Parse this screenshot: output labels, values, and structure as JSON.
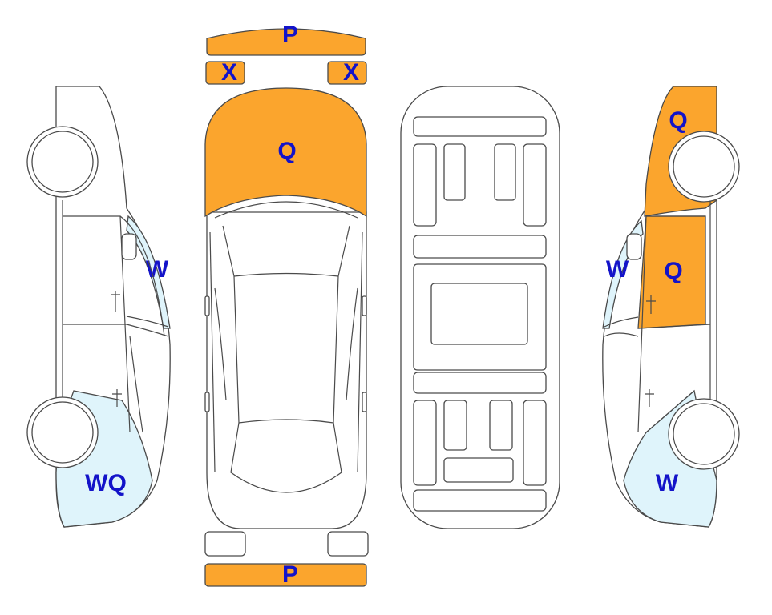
{
  "colors": {
    "damage_orange": "#fba52d",
    "damage_light_blue": "#dff4fb",
    "label_blue": "#1313c9",
    "outline": "#4a4a4a"
  },
  "labels": {
    "front_bumper": "P",
    "rear_bumper": "P",
    "left_light": "X",
    "right_light": "X",
    "hood": "Q",
    "left_side_front_window": "W",
    "left_side_rear": "WQ",
    "right_side_front": "Q",
    "right_side_front_door": "Q",
    "right_side_front_window": "W",
    "right_side_rear": "W"
  }
}
